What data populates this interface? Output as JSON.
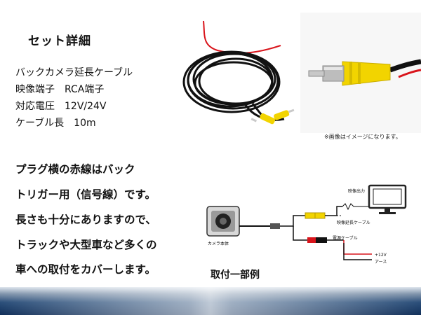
{
  "set": {
    "title": "セット詳細",
    "specs": [
      "バックカメラ延長ケーブル",
      "映像端子　RCA端子",
      "対応電圧　12V/24V",
      "ケーブル長　10m"
    ]
  },
  "description": [
    "プラグ横の赤線はバック",
    "トリガー用（信号線）です。",
    "長さも十分にありますので、",
    "トラックや大型車など多くの",
    "車への取付をカバーします。"
  ],
  "photo_note": "※画像はイメージになります。",
  "diagram": {
    "caption": "取付一部例",
    "camera_label": "カメラ本体",
    "video_output_label": "映像出力",
    "extension_cable_label": "映像延長ケーブル",
    "power_cable_label": "電源ケーブル",
    "plus12v_label": "+12V",
    "ground_label": "アース"
  },
  "colors": {
    "rca_yellow": "#f2d400",
    "wire_red": "#d9141b",
    "cable_black": "#111111",
    "footer_blue": "#12305a"
  }
}
